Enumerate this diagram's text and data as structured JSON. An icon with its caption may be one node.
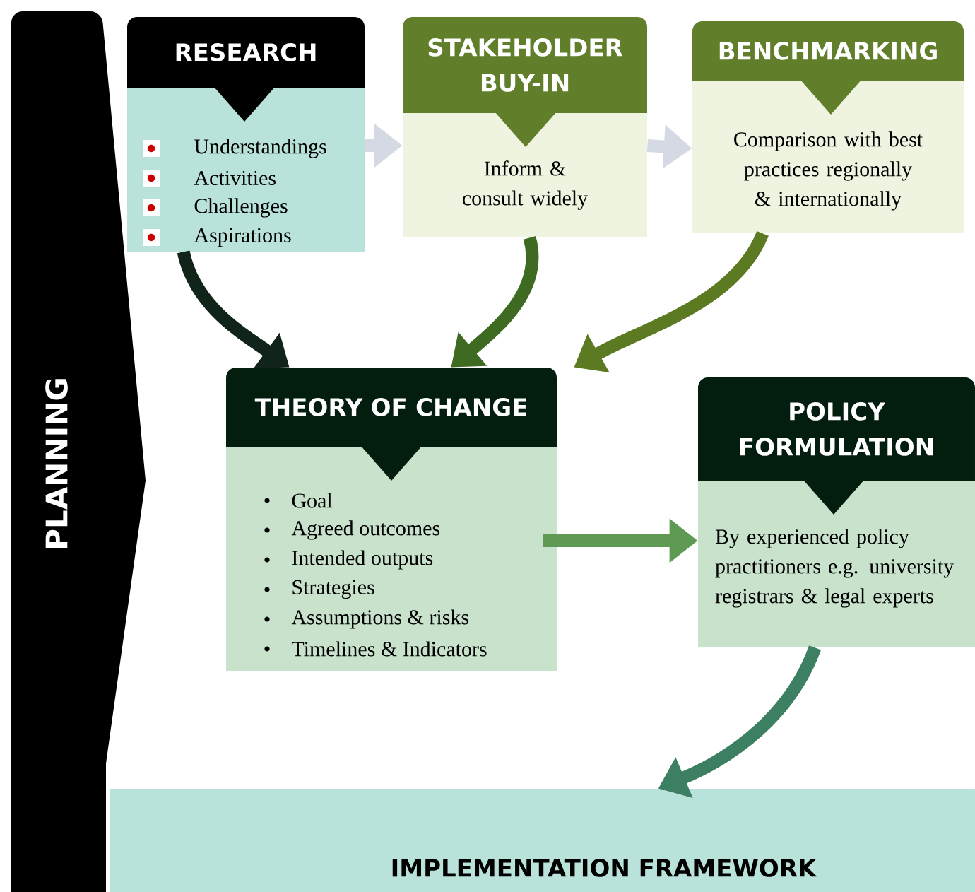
{
  "diagram": {
    "nodes": [
      {
        "text": [
          "PLANNING"
        ]
      },
      {
        "text": [
          "RESEARCH",
          "Understandings",
          "Activities",
          "Challenges",
          "Aspirations"
        ]
      },
      {
        "text": [
          "STAKEHOLDER BUY-IN",
          "Inform & consult widely"
        ]
      },
      {
        "text": [
          "BENCHMARKING",
          "Comparison with best practices regionally & internationally"
        ]
      },
      {
        "text": [
          "THEORY OF CHANGE",
          "Goal",
          "Agreed outcomes",
          "Intended outputs",
          "Strategies",
          "Assumptions & risks",
          "Timelines & Indicators"
        ]
      },
      {
        "text": [
          "POLICY FORMULATION",
          "By experienced policy practitioners e.g. university registrars & legal experts"
        ]
      },
      {
        "text": [
          "IMPLEMENTATION FRAMEWORK"
        ]
      }
    ],
    "edges": [
      {
        "from": 1,
        "to": 2,
        "arrow": "to",
        "color": "#d5d9e3"
      },
      {
        "from": 2,
        "to": 3,
        "arrow": "to",
        "color": "#d5d9e3"
      },
      {
        "from": 1,
        "to": 4,
        "arrow": "to",
        "color": "#10241a"
      },
      {
        "from": 2,
        "to": 4,
        "arrow": "to",
        "color": "#3e6a22"
      },
      {
        "from": 3,
        "to": 4,
        "arrow": "to",
        "color": "#5b7a22"
      },
      {
        "from": 4,
        "to": 5,
        "arrow": "to",
        "color": "#5f9a55"
      },
      {
        "from": 5,
        "to": 6,
        "arrow": "to",
        "color": "#3d7f62"
      }
    ]
  }
}
